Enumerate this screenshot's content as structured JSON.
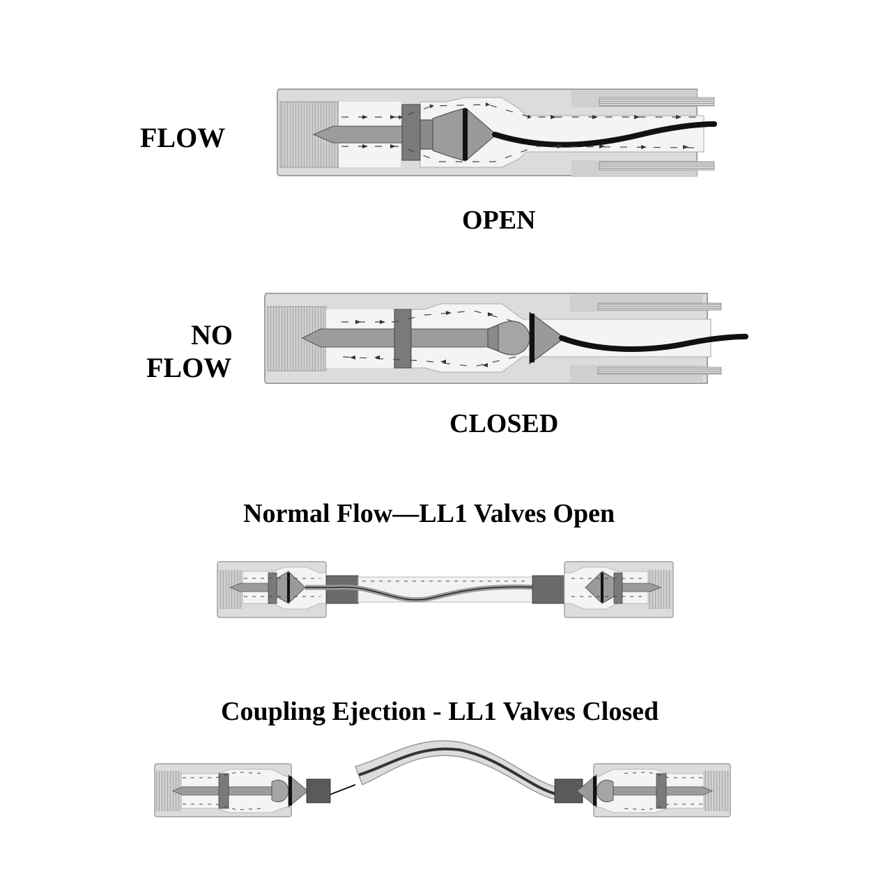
{
  "diagram": {
    "open_view": {
      "side_label": "FLOW",
      "state_label": "OPEN"
    },
    "closed_view": {
      "side_label_line1": "NO",
      "side_label_line2": "FLOW",
      "state_label": "CLOSED"
    },
    "normal_flow": {
      "caption": "Normal Flow—LL1 Valves Open"
    },
    "ejection": {
      "caption": "Coupling Ejection - LL1 Valves Closed"
    },
    "colors": {
      "body": "#dcdcdc",
      "body_stroke": "#a0a0a0",
      "metal_dark": "#7a7a7a",
      "metal_mid": "#9c9c9c",
      "hose": "#111111",
      "flow_line": "#444444"
    }
  }
}
